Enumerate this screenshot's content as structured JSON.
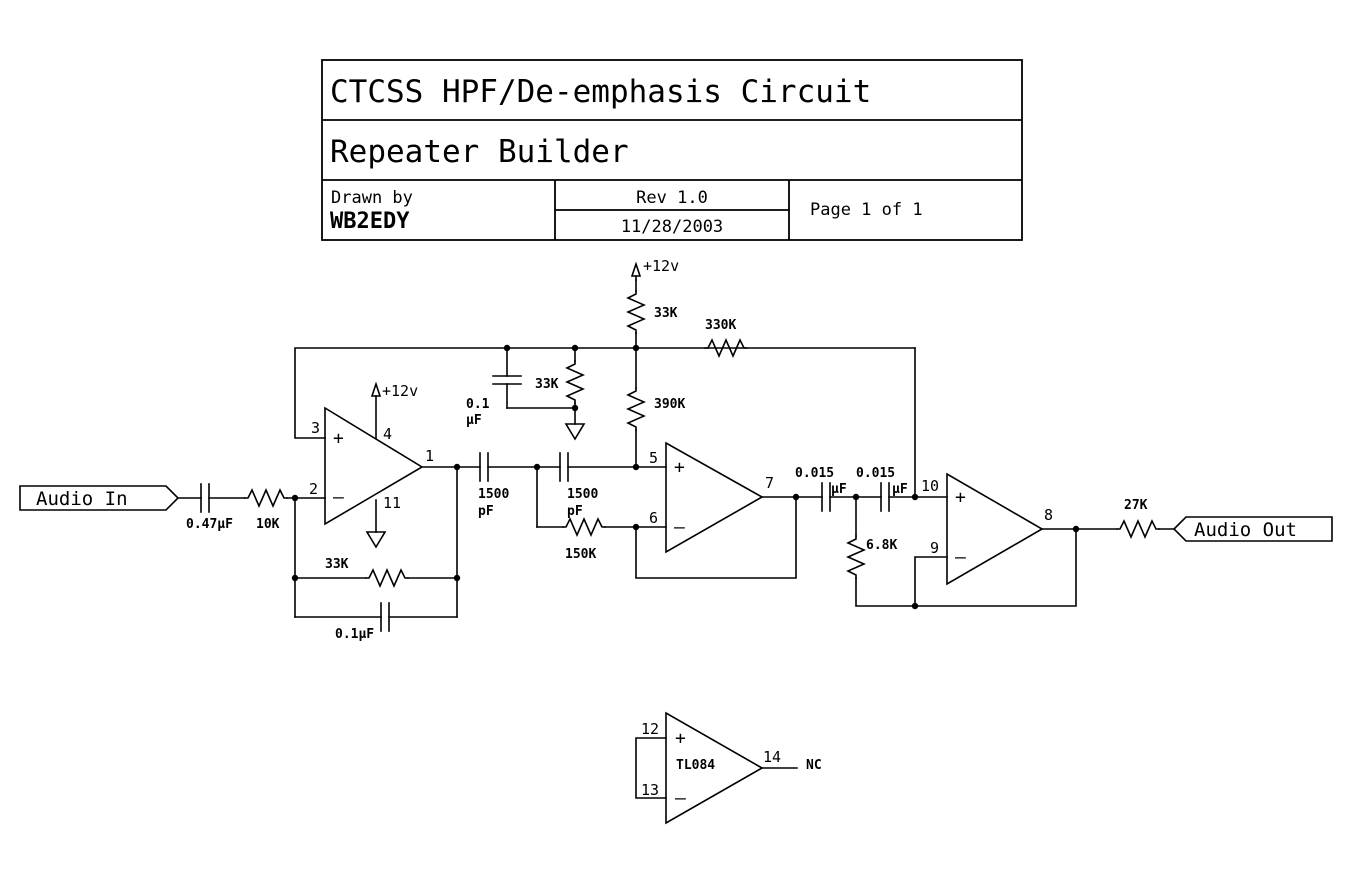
{
  "title_block": {
    "title": "CTCSS HPF/De-emphasis Circuit",
    "project": "Repeater Builder",
    "drawn_by_label": "Drawn by",
    "drawn_by": "WB2EDY",
    "revision": "Rev 1.0",
    "date": "11/28/2003",
    "page": "Page 1 of 1"
  },
  "ports": {
    "input": "Audio In",
    "output": "Audio Out"
  },
  "power": {
    "supply_label": "+12v"
  },
  "components": {
    "c_in": "0.47µF",
    "r_in": "10K",
    "r_fb1": "33K",
    "c_fb1": "0.1µF",
    "c_hp1": "1500",
    "c_hp1_unit": "pF",
    "c_hp2": "1500",
    "c_hp2_unit": "pF",
    "r_fb2": "150K",
    "r_bias_top": "33K",
    "r_bias_mid": "390K",
    "r_bias_pull": "330K",
    "r_decouple": "33K",
    "c_decouple": "0.1",
    "c_decouple_unit": "µF",
    "c_de1": "0.015",
    "c_de1_unit": "µF",
    "c_de2": "0.015",
    "c_de2_unit": "µF",
    "r_de": "6.8K",
    "r_out": "27K"
  },
  "opamps": {
    "u1": {
      "plus": "3",
      "minus": "2",
      "out": "1",
      "vcc": "4",
      "gnd": "11"
    },
    "u2": {
      "plus": "5",
      "minus": "6",
      "out": "7"
    },
    "u3": {
      "plus": "10",
      "minus": "9",
      "out": "8"
    },
    "u4": {
      "plus": "12",
      "minus": "13",
      "out": "14",
      "part": "TL084",
      "nc": "NC"
    }
  },
  "signs": {
    "plus": "+",
    "minus": "–"
  }
}
